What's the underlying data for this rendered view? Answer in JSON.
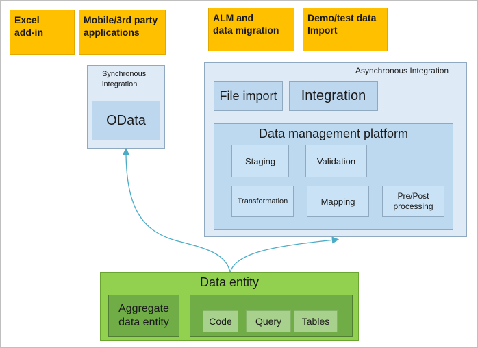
{
  "top_boxes": {
    "excel": "Excel\nadd-in",
    "mobile": "Mobile/3rd party\napplications",
    "alm": "ALM and\ndata migration",
    "demo": "Demo/test data\nImport"
  },
  "sync": {
    "title": "Synchronous\nintegration",
    "odata": "OData"
  },
  "async": {
    "title": "Asynchronous Integration",
    "file_import": "File import",
    "integration": "Integration",
    "dmp": {
      "title": "Data management platform",
      "staging": "Staging",
      "validation": "Validation",
      "transformation": "Transformation",
      "mapping": "Mapping",
      "prepost": "Pre/Post\nprocessing"
    }
  },
  "entity": {
    "title": "Data entity",
    "aggregate": "Aggregate\ndata entity",
    "code": "Code",
    "query": "Query",
    "tables": "Tables"
  },
  "colors": {
    "yellow": "#ffc000",
    "light_blue": "#deebf7",
    "blue": "#bdd7ee",
    "green": "#92d050",
    "dark_green": "#70ad47",
    "light_green": "#a9d18e",
    "arrow": "#4bacc6"
  }
}
